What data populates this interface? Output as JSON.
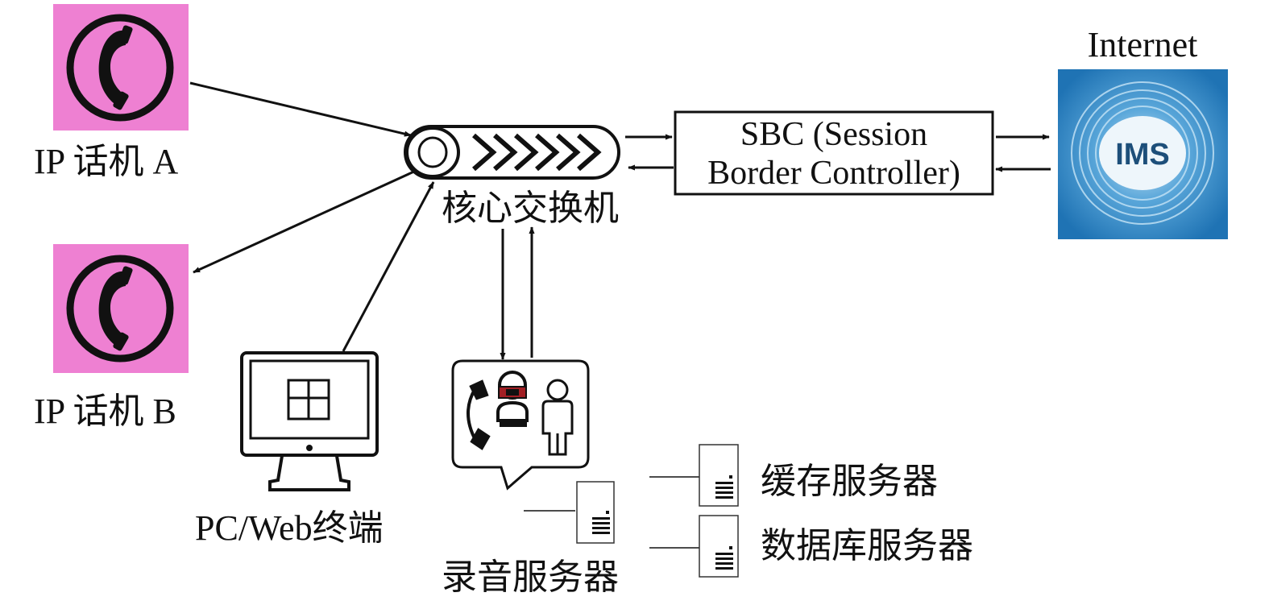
{
  "nodes": {
    "phone_a": {
      "label": "IP 话机 A"
    },
    "phone_b": {
      "label": "IP 话机 B"
    },
    "pc": {
      "label": "PC/Web终端"
    },
    "core_switch": {
      "label": "核心交换机"
    },
    "sbc": {
      "label_line1": "SBC (Session",
      "label_line2": "Border Controller)"
    },
    "internet": {
      "label": "Internet",
      "ims_label": "IMS"
    },
    "recording_server": {
      "label": "录音服务器"
    },
    "cache_server": {
      "label": "缓存服务器"
    },
    "database_server": {
      "label": "数据库服务器"
    }
  },
  "colors": {
    "phone_bg": "#ee80d2",
    "ims_blue": "#2f86c5",
    "ims_light": "#e9f3fa",
    "line": "#111111"
  }
}
